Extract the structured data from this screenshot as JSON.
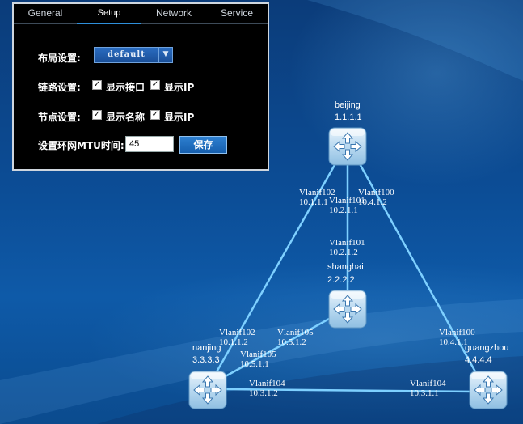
{
  "tabs": [
    {
      "label": "General"
    },
    {
      "label": "Setup"
    },
    {
      "label": "Network"
    },
    {
      "label": "Service"
    }
  ],
  "settings": {
    "layout_label": "布局设置:",
    "layout_value": "default",
    "link_label": "链路设置:",
    "link_show_interface": "显示接口",
    "link_show_ip": "显示IP",
    "node_label": "节点设置:",
    "node_show_name": "显示名称",
    "node_show_ip": "显示IP",
    "mtu_label": "设置环网MTU时间:",
    "mtu_value": "45",
    "save_label": "保存",
    "check_mark": "✓"
  },
  "nodes": {
    "beijing": {
      "name": "beijing",
      "ip": "1.1.1.1"
    },
    "shanghai": {
      "name": "shanghai",
      "ip": "2.2.2.2"
    },
    "nanjing": {
      "name": "nanjing",
      "ip": "3.3.3.3"
    },
    "guangzhou": {
      "name": "guangzhou",
      "ip": "4.4.4.4"
    }
  },
  "interfaces": {
    "bj_102": {
      "name": "Vlanif102",
      "ip": "10.1.1.1"
    },
    "bj_101": {
      "name": "Vlanif101",
      "ip": "10.2.1.1"
    },
    "bj_100": {
      "name": "Vlanif100",
      "ip": "10.4.1.2"
    },
    "sh_101": {
      "name": "Vlanif101",
      "ip": "10.2.1.2"
    },
    "sh_105": {
      "name": "Vlanif105",
      "ip": "10.5.1.2"
    },
    "nj_102": {
      "name": "Vlanif102",
      "ip": "10.1.1.2"
    },
    "nj_105": {
      "name": "Vlanif105",
      "ip": "10.5.1.1"
    },
    "nj_104": {
      "name": "Vlanif104",
      "ip": "10.3.1.2"
    },
    "gz_104": {
      "name": "Vlanif104",
      "ip": "10.3.1.1"
    },
    "gz_100": {
      "name": "Vlanif100",
      "ip": "10.4.1.1"
    }
  },
  "colors": {
    "link": "#7ed0ff",
    "router": "#cfe6f7",
    "tab_accent": "#2e8fdb"
  }
}
